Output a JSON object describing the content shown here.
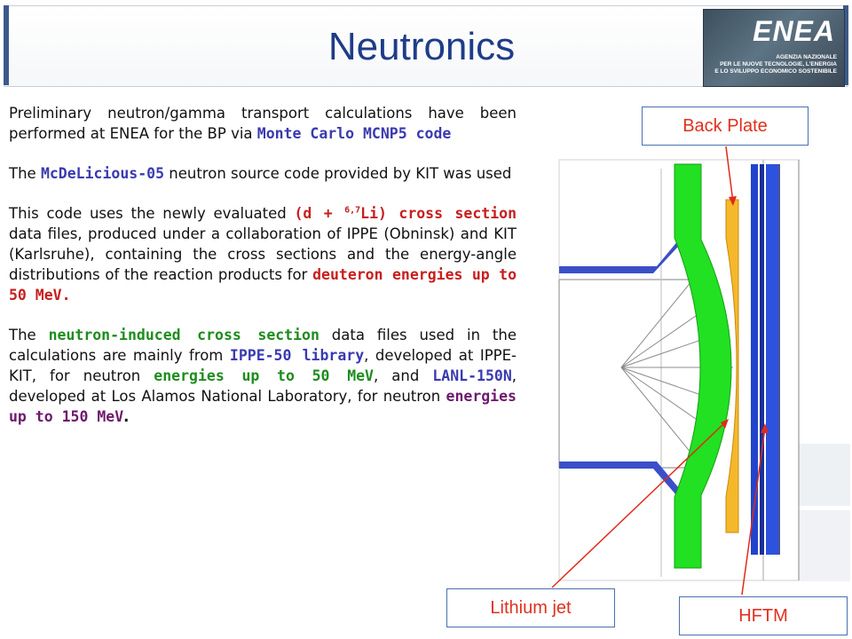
{
  "header": {
    "title": "Neutronics"
  },
  "logo": {
    "word": "ENEA",
    "subtitle_lines": [
      "AGENZIA NAZIONALE",
      "PER LE NUOVE TECNOLOGIE, L'ENERGIA",
      "E LO SVILUPPO ECONOMICO SOSTENIBILE"
    ]
  },
  "body": {
    "p1": {
      "t1": "Preliminary neutron/gamma transport calculations have been performed at ENEA for the BP via ",
      "h1": "Monte Carlo MCNP5 code"
    },
    "p2": {
      "t1": "The ",
      "h1": "McDeLicious-05",
      "t2": " neutron source code provided by KIT was used"
    },
    "p3": {
      "t1": "This code uses the newly evaluated ",
      "h1a": "(d + ",
      "h1sup": "6,7",
      "h1b": "Li) cross section",
      "t2": " data files, produced under a collaboration of IPPE (Obninsk) and KIT (Karlsruhe), containing the cross sections and the energy-angle distributions of the reaction products for ",
      "h2": "deuteron energies up to 50 MeV."
    },
    "p4": {
      "t1": "The ",
      "h1": "neutron-induced cross section",
      "t2": " data files used in the calculations are mainly from ",
      "h2": "IPPE-50 library",
      "t3": ", developed at IPPE-KIT, for neutron ",
      "h3": "energies up to 50 MeV",
      "t4": ", and ",
      "h4": "LANL-150N",
      "t5": ", developed at Los Alamos National Laboratory, for neutron ",
      "h5": "energies up to 150 MeV",
      "t6": "."
    }
  },
  "callouts": {
    "back_plate": "Back Plate",
    "lithium_jet": "Lithium jet",
    "hftm": "HFTM"
  },
  "colors": {
    "title": "#1f3c88",
    "highlight_blue": "#3a3ab0",
    "highlight_red": "#c81e1e",
    "highlight_green": "#1e8c1e",
    "highlight_purple": "#6d1a6d",
    "callout_text": "#e0301e",
    "lithium_green": "#22e022",
    "back_plate_orange": "#f5b82a",
    "hftm_blue": "#2244cc"
  }
}
